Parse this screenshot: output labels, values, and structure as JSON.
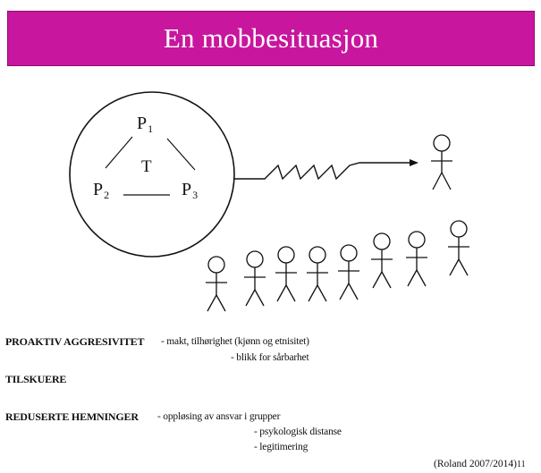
{
  "header": {
    "title": "En mobbesituasjon"
  },
  "diagram": {
    "p1": "P",
    "p1_sub": "1",
    "p2": "P",
    "p2_sub": "2",
    "p3": "P",
    "p3_sub": "3",
    "t": "T",
    "bystander_count": 8
  },
  "text": {
    "proaktiv_label": "PROAKTIV AGGRESIVITET",
    "proaktiv_line1": "- makt, tilhørighet (kjønn og etnisitet)",
    "proaktiv_line2": "- blikk for sårbarhet",
    "tilskuere_label": "TILSKUERE",
    "reduserte_label": "REDUSERTE  HEMNINGER",
    "reduserte_line1": "- oppløsing av ansvar i grupper",
    "reduserte_line2": "- psykologisk distanse",
    "reduserte_line3": "- legitimering",
    "citation": "(Roland 2007/2014)",
    "page_number": "11"
  }
}
